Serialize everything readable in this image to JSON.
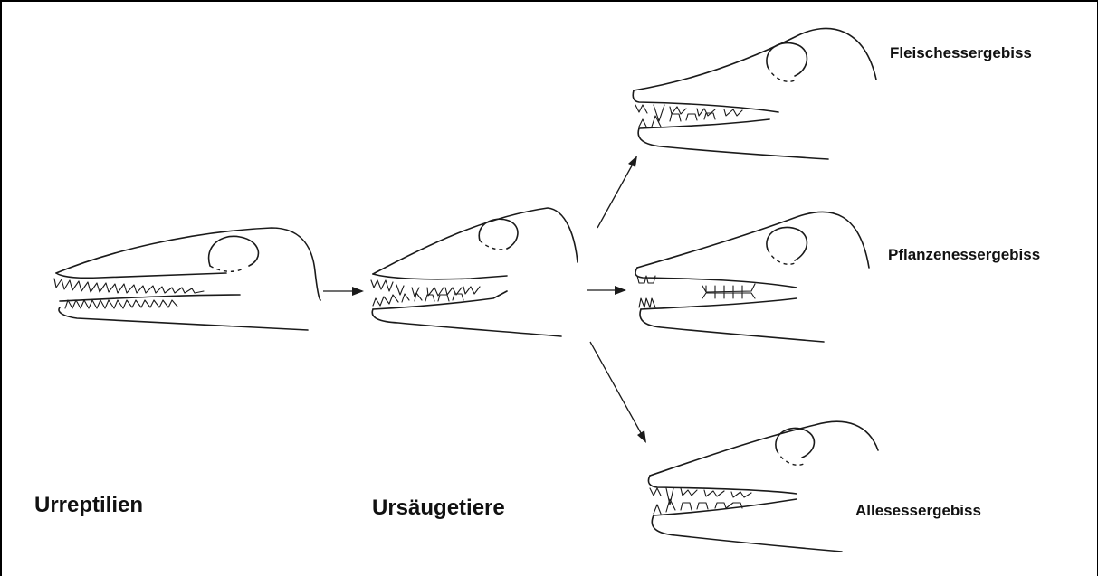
{
  "labels": {
    "urreptilien": "Urreptilien",
    "ursaeugetiere": "Ursäugetiere",
    "fleischesser": "Fleischessergebiss",
    "pflanzenesser": "Pflanzenessergebiss",
    "allesesser": "Allesessergebiss"
  }
}
